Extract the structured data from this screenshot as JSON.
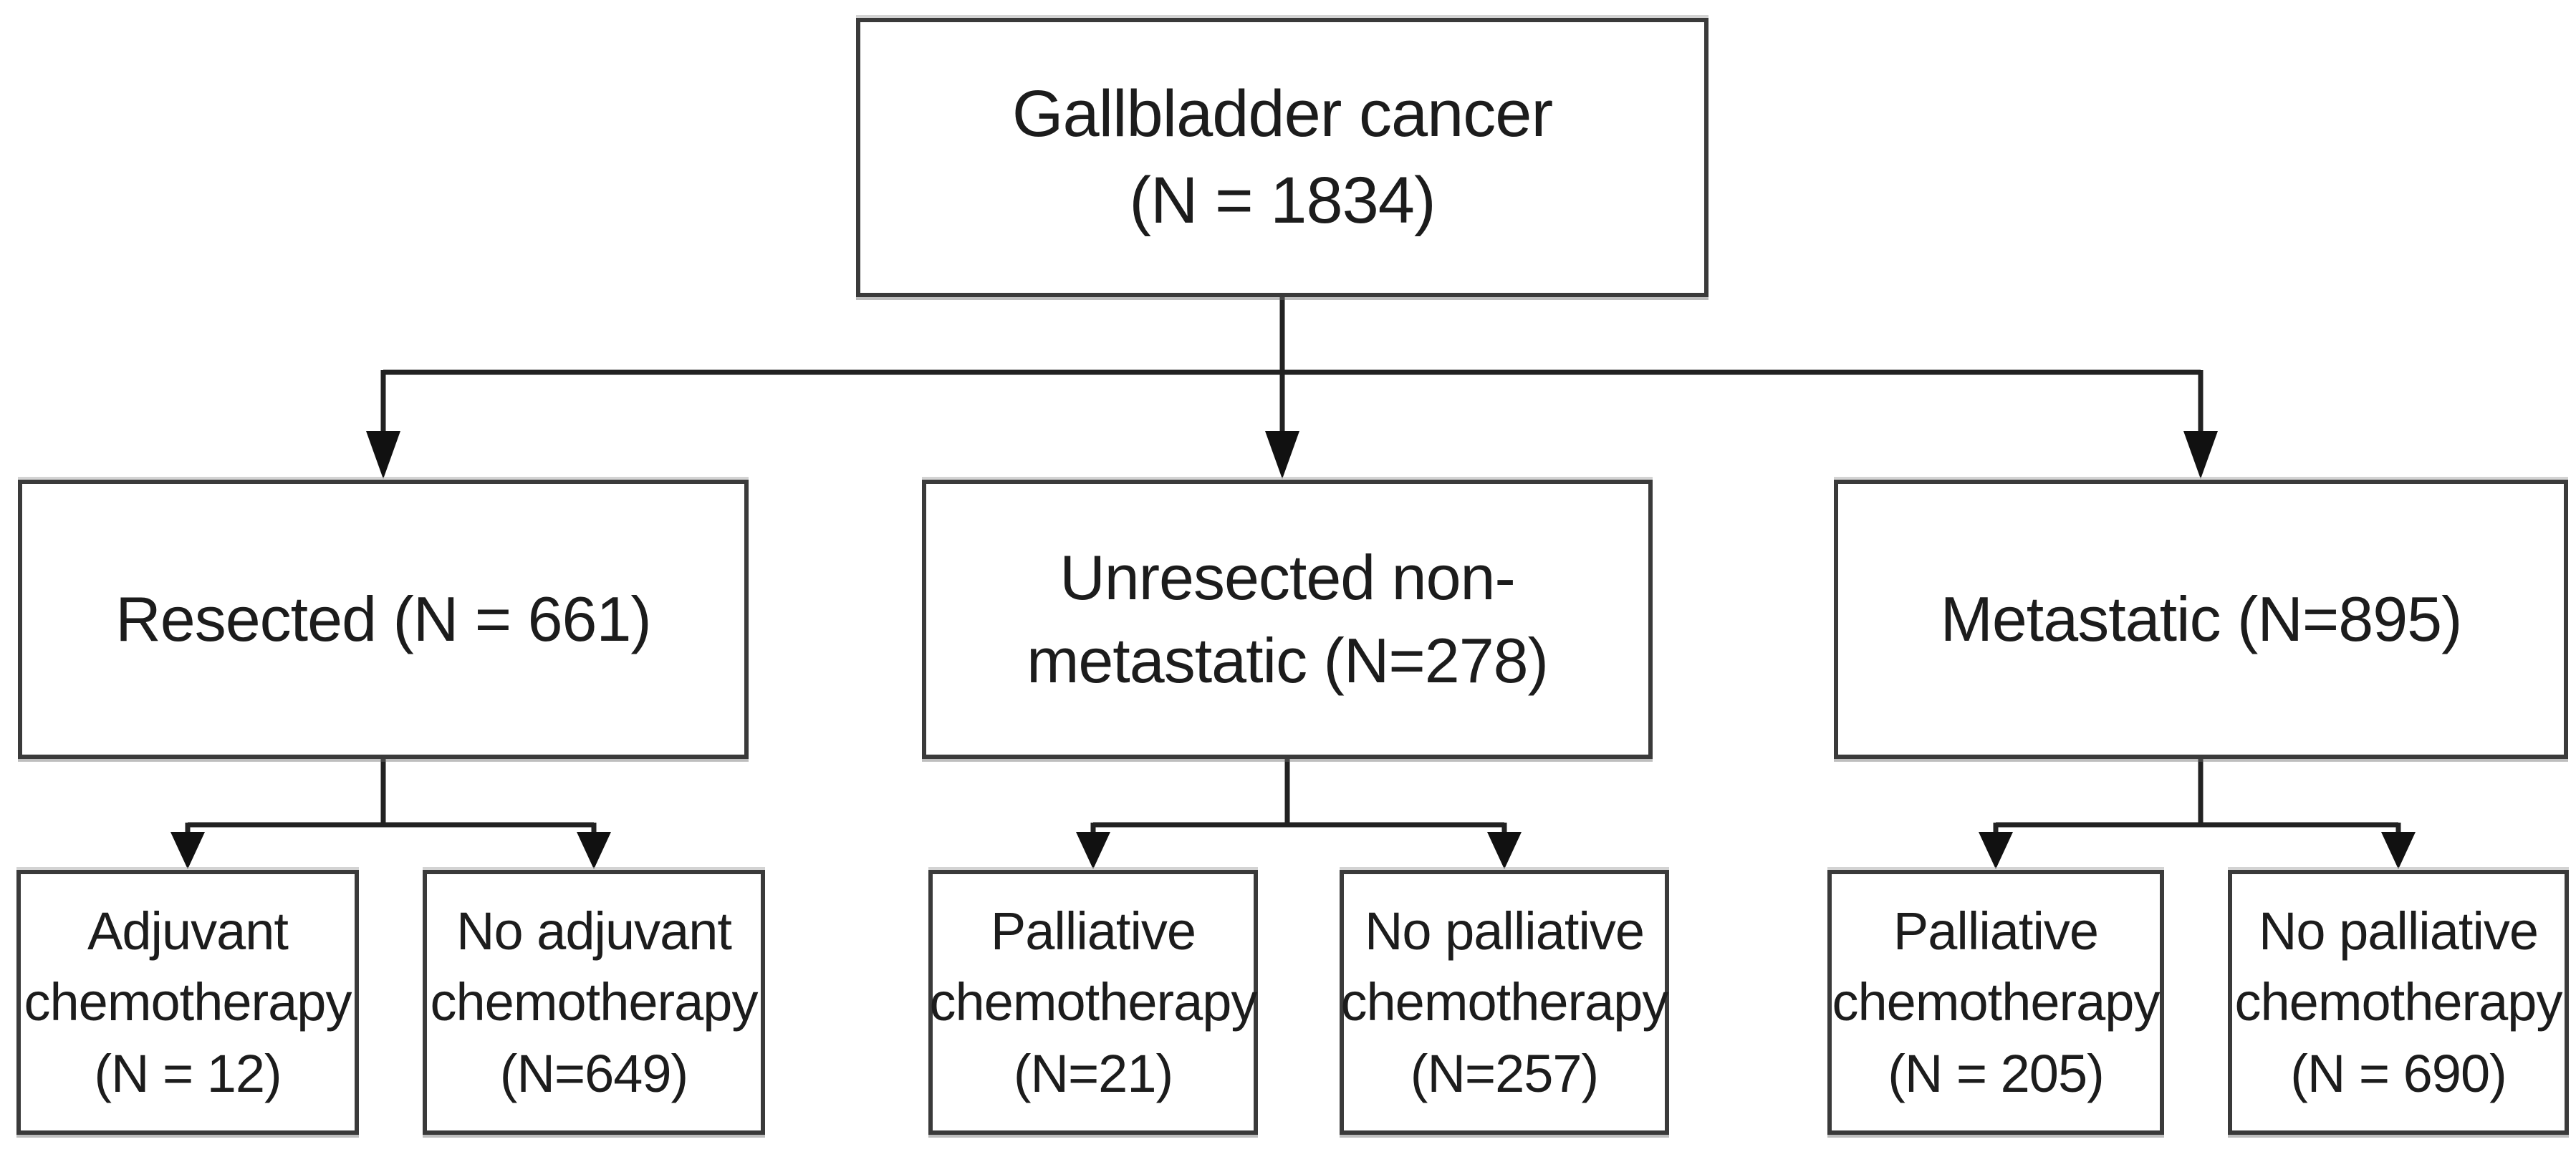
{
  "flowchart": {
    "type": "patient-disposition-flowchart",
    "colors": {
      "background": "#ffffff",
      "box_border": "#3a3a3a",
      "text": "#1c1c1c",
      "connector_line": "#222222",
      "arrowhead": "#111111"
    },
    "nodes": [
      {
        "id": "root",
        "n": 1834,
        "lines": [
          "Gallbladder cancer",
          "(N = 1834)"
        ]
      },
      {
        "id": "resected",
        "n": 661,
        "lines": [
          "Resected (N = 661)"
        ]
      },
      {
        "id": "unresected_nonmetastatic",
        "n": 278,
        "lines": [
          "Unresected non-",
          "metastatic (N=278)"
        ]
      },
      {
        "id": "metastatic",
        "n": 895,
        "lines": [
          "Metastatic (N=895)"
        ]
      },
      {
        "id": "adjuvant_chemo",
        "n": 12,
        "lines": [
          "Adjuvant",
          "chemotherapy",
          "(N = 12)"
        ]
      },
      {
        "id": "no_adjuvant_chemo",
        "n": 649,
        "lines": [
          "No adjuvant",
          "chemotherapy",
          "(N=649)"
        ]
      },
      {
        "id": "palliative_chemo_unres",
        "n": 21,
        "lines": [
          "Palliative",
          "chemotherapy",
          "(N=21)"
        ]
      },
      {
        "id": "no_palliative_chemo_unres",
        "n": 257,
        "lines": [
          "No palliative",
          "chemotherapy",
          "(N=257)"
        ]
      },
      {
        "id": "palliative_chemo_met",
        "n": 205,
        "lines": [
          "Palliative",
          "chemotherapy",
          "(N = 205)"
        ]
      },
      {
        "id": "no_palliative_chemo_met",
        "n": 690,
        "lines": [
          "No palliative",
          "chemotherapy",
          "(N = 690)"
        ]
      }
    ],
    "edges": [
      [
        "root",
        "resected"
      ],
      [
        "root",
        "unresected_nonmetastatic"
      ],
      [
        "root",
        "metastatic"
      ],
      [
        "resected",
        "adjuvant_chemo"
      ],
      [
        "resected",
        "no_adjuvant_chemo"
      ],
      [
        "unresected_nonmetastatic",
        "palliative_chemo_unres"
      ],
      [
        "unresected_nonmetastatic",
        "no_palliative_chemo_unres"
      ],
      [
        "metastatic",
        "palliative_chemo_met"
      ],
      [
        "metastatic",
        "no_palliative_chemo_met"
      ]
    ]
  }
}
